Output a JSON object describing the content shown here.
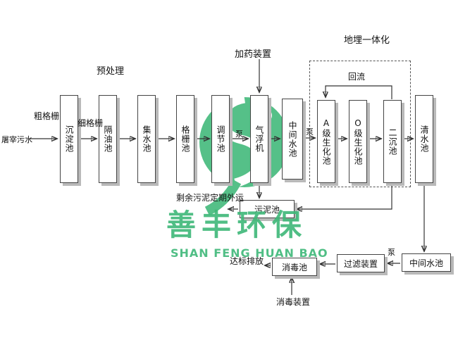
{
  "watermark": {
    "name_cn": "善丰环保",
    "name_en": "SHAN FENG HUAN BAO",
    "color": "#3eb878"
  },
  "labels": {
    "source": "屠宰污水",
    "coarse_screen": "粗格栅",
    "fine_screen": "细格栅",
    "pretreatment": "预处理",
    "dosing_device": "加药装置",
    "underground_integration": "地埋一体化",
    "reflux": "回流",
    "pump_1": "泵",
    "pump_2": "泵",
    "pump_3": "泵",
    "sludge_note": "剩余污泥定期外运",
    "discharge": "达标排放",
    "disinfection_device": "消毒装置"
  },
  "tanks": [
    {
      "label": "沉淀池"
    },
    {
      "label": "隔油池"
    },
    {
      "label": "集水池"
    },
    {
      "label": "格栅池"
    },
    {
      "label": "调节池"
    },
    {
      "label": "气浮机"
    },
    {
      "label": "中间水池"
    },
    {
      "label": "A级生化池"
    },
    {
      "label": "O级生化池"
    },
    {
      "label": "二沉池"
    },
    {
      "label": "清水池"
    }
  ],
  "bottom_tanks": {
    "sludge": "污泥池",
    "intermediate": "中间水池",
    "filter": "过滤装置",
    "disinfection": "消毒池"
  }
}
